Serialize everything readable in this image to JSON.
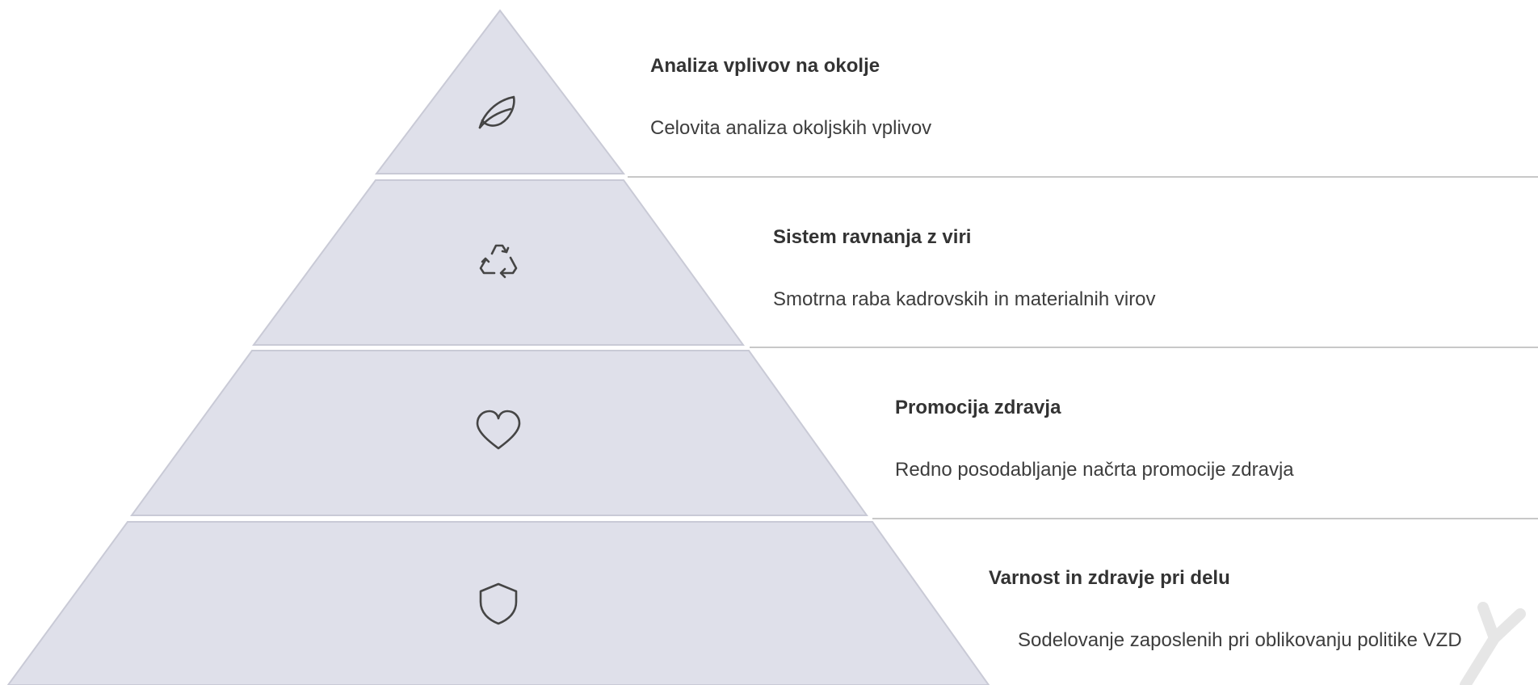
{
  "pyramid": {
    "fill_color": "#dfe0ea",
    "edge_color": "#c9cad6",
    "divider_color": "#c8c8c8",
    "icon_color": "#454545",
    "levels": [
      {
        "title": "Analiza vplivov na okolje",
        "description": "Celovita analiza okoljskih vplivov",
        "icon": "leaf-icon"
      },
      {
        "title": "Sistem ravnanja z viri",
        "description": "Smotrna raba kadrovskih in materialnih virov",
        "icon": "recycle-icon"
      },
      {
        "title": "Promocija zdravja",
        "description": "Redno posodabljanje načrta promocije zdravja",
        "icon": "heart-icon"
      },
      {
        "title": "Varnost in zdravje pri delu",
        "description": "Sodelovanje zaposlenih pri oblikovanju politike VZD",
        "icon": "shield-icon"
      }
    ]
  }
}
